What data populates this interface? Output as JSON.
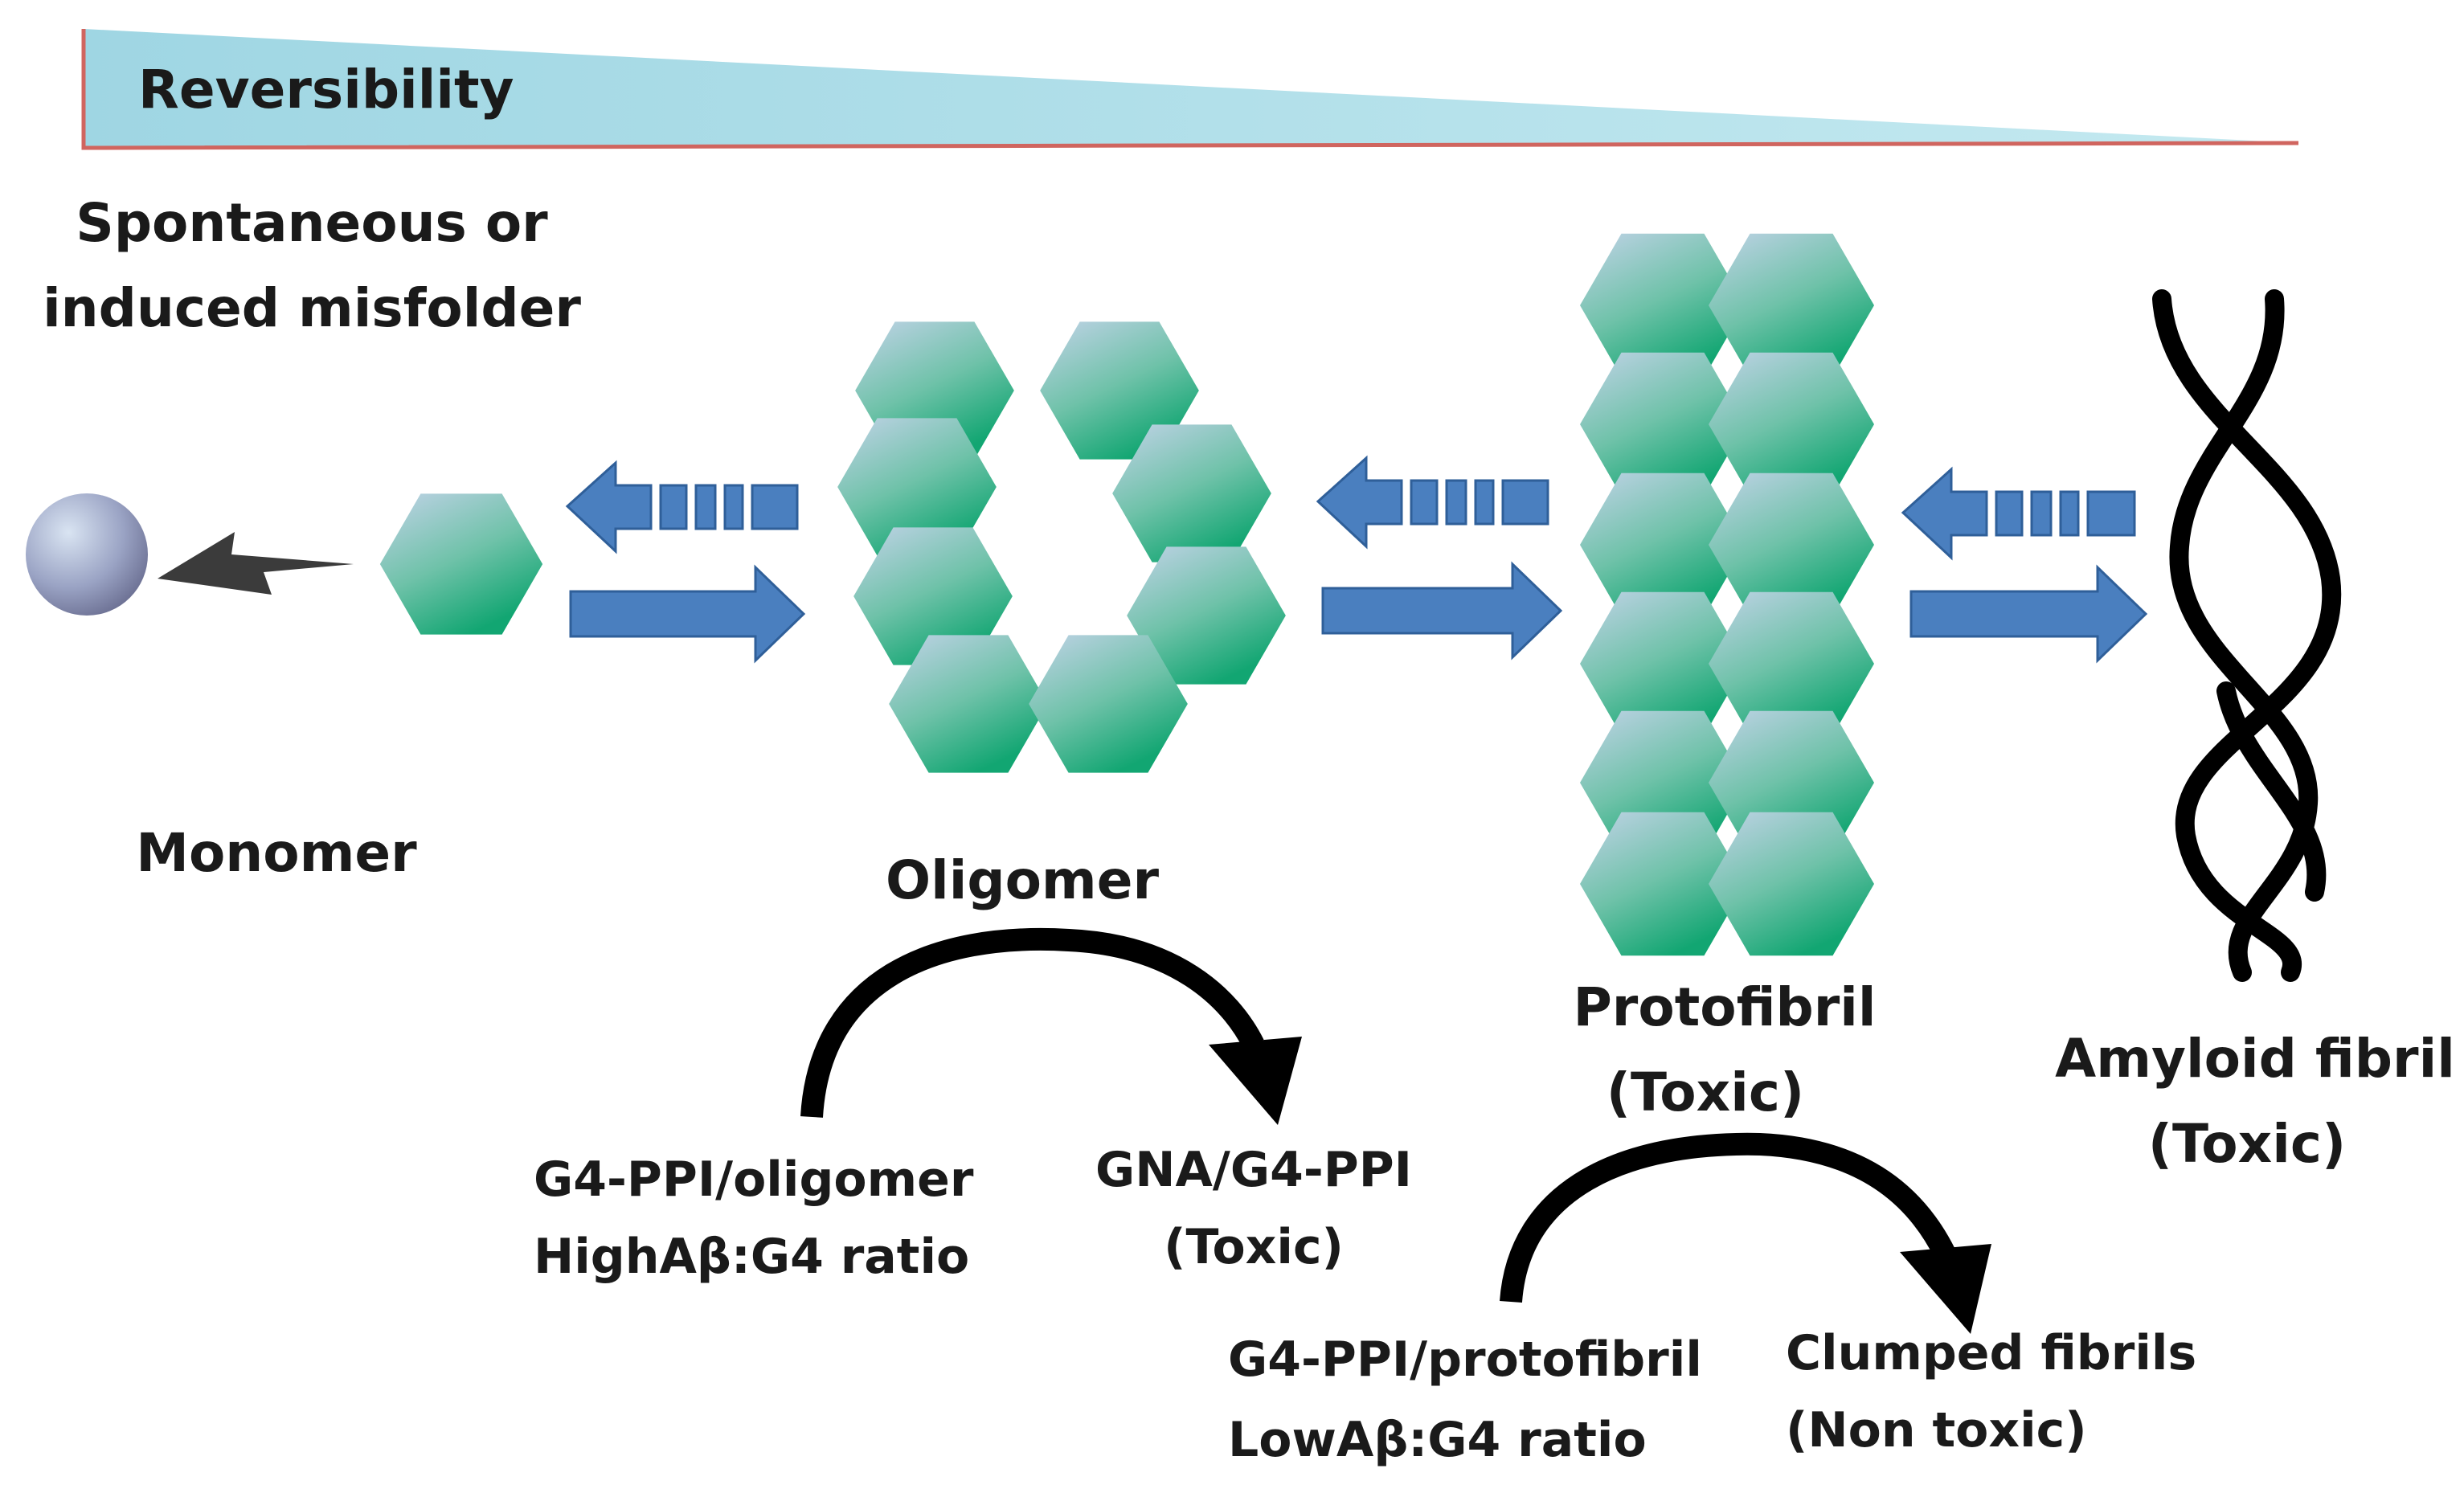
{
  "reversibility": {
    "label": "Reversibility"
  },
  "misfolder": {
    "line1": "Spontaneous or",
    "line2": "induced misfolder"
  },
  "stages": {
    "monomer": {
      "label": "Monomer"
    },
    "oligomer": {
      "label": "Oligomer"
    },
    "protofibril": {
      "label": "Protofibril",
      "note": "(Toxic)"
    },
    "amyloid": {
      "label": "Amyloid fibril",
      "note": "(Toxic)"
    }
  },
  "oligomer_pathway": {
    "from_line1": "G4-PPI/oligomer",
    "from_line2": "HighAβ:G4 ratio",
    "to_line1": "GNA/G4-PPI",
    "to_line2": "(Toxic)"
  },
  "protofibril_pathway": {
    "from_line1": "G4-PPI/protofibril",
    "from_line2": "LowAβ:G4 ratio",
    "to_line1": "Clumped fibrils",
    "to_line2": "(Non toxic)"
  },
  "colors": {
    "wedge_fill": "#a7dbe6",
    "wedge_edge": "#d0655f",
    "arrow_fill": "#4a7fbf",
    "hex_top": "#b9cde4",
    "hex_bottom": "#14a874",
    "sphere": "#8e94b8",
    "fibril": "#000000"
  }
}
